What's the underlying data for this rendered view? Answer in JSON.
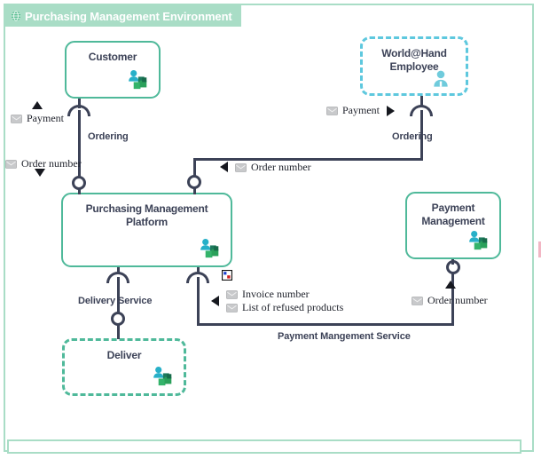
{
  "environment": {
    "title": "Purchasing Management Environment",
    "title_icon": "globe-icon",
    "accent_color": "#a9ddc6",
    "border_color": "#a9ddc6"
  },
  "colors": {
    "component_border": "#4fb99a",
    "component_border_dashed_blue": "#5ec8de",
    "connector": "#3c4257",
    "text": "#3c4257",
    "edge_marker": "#f2b6c4"
  },
  "nodes": [
    {
      "id": "customer",
      "label": "Customer",
      "style": "solid",
      "icon": "business-actor-icon"
    },
    {
      "id": "employee",
      "label": "World@Hand\nEmployee",
      "style": "dashed-blue",
      "icon": "person-icon"
    },
    {
      "id": "platform",
      "label": "Purchasing Management\nPlatform",
      "style": "solid",
      "icon": "business-actor-icon"
    },
    {
      "id": "payment",
      "label": "Payment\nManagement",
      "style": "solid",
      "icon": "business-actor-icon"
    },
    {
      "id": "deliver",
      "label": "Deliver",
      "style": "dashed",
      "icon": "business-actor-icon"
    }
  ],
  "interface_labels": [
    {
      "id": "ordering-left",
      "text": "Ordering"
    },
    {
      "id": "ordering-right",
      "text": "Ordering"
    },
    {
      "id": "delivery-service",
      "text": "Delivery Service"
    },
    {
      "id": "payment-service",
      "text": "Payment Mangement Service"
    }
  ],
  "messages": [
    {
      "id": "payment-left",
      "text": "Payment",
      "direction": "up",
      "icon": "message-icon"
    },
    {
      "id": "order-number-left",
      "text": "Order number",
      "direction": "down",
      "icon": "message-icon"
    },
    {
      "id": "payment-right",
      "text": "Payment",
      "direction": "right",
      "icon": "message-icon"
    },
    {
      "id": "order-number-mid",
      "text": "Order number",
      "direction": "left",
      "icon": "message-icon"
    },
    {
      "id": "invoice-number",
      "text": "Invoice number",
      "direction": "left",
      "icon": "message-icon"
    },
    {
      "id": "refused-products",
      "text": "List of refused products",
      "direction": "left",
      "icon": "message-icon"
    },
    {
      "id": "order-number-right",
      "text": "Order number",
      "direction": "up",
      "icon": "message-icon"
    }
  ],
  "markers": {
    "interface_marker": "interface-square-icon"
  }
}
